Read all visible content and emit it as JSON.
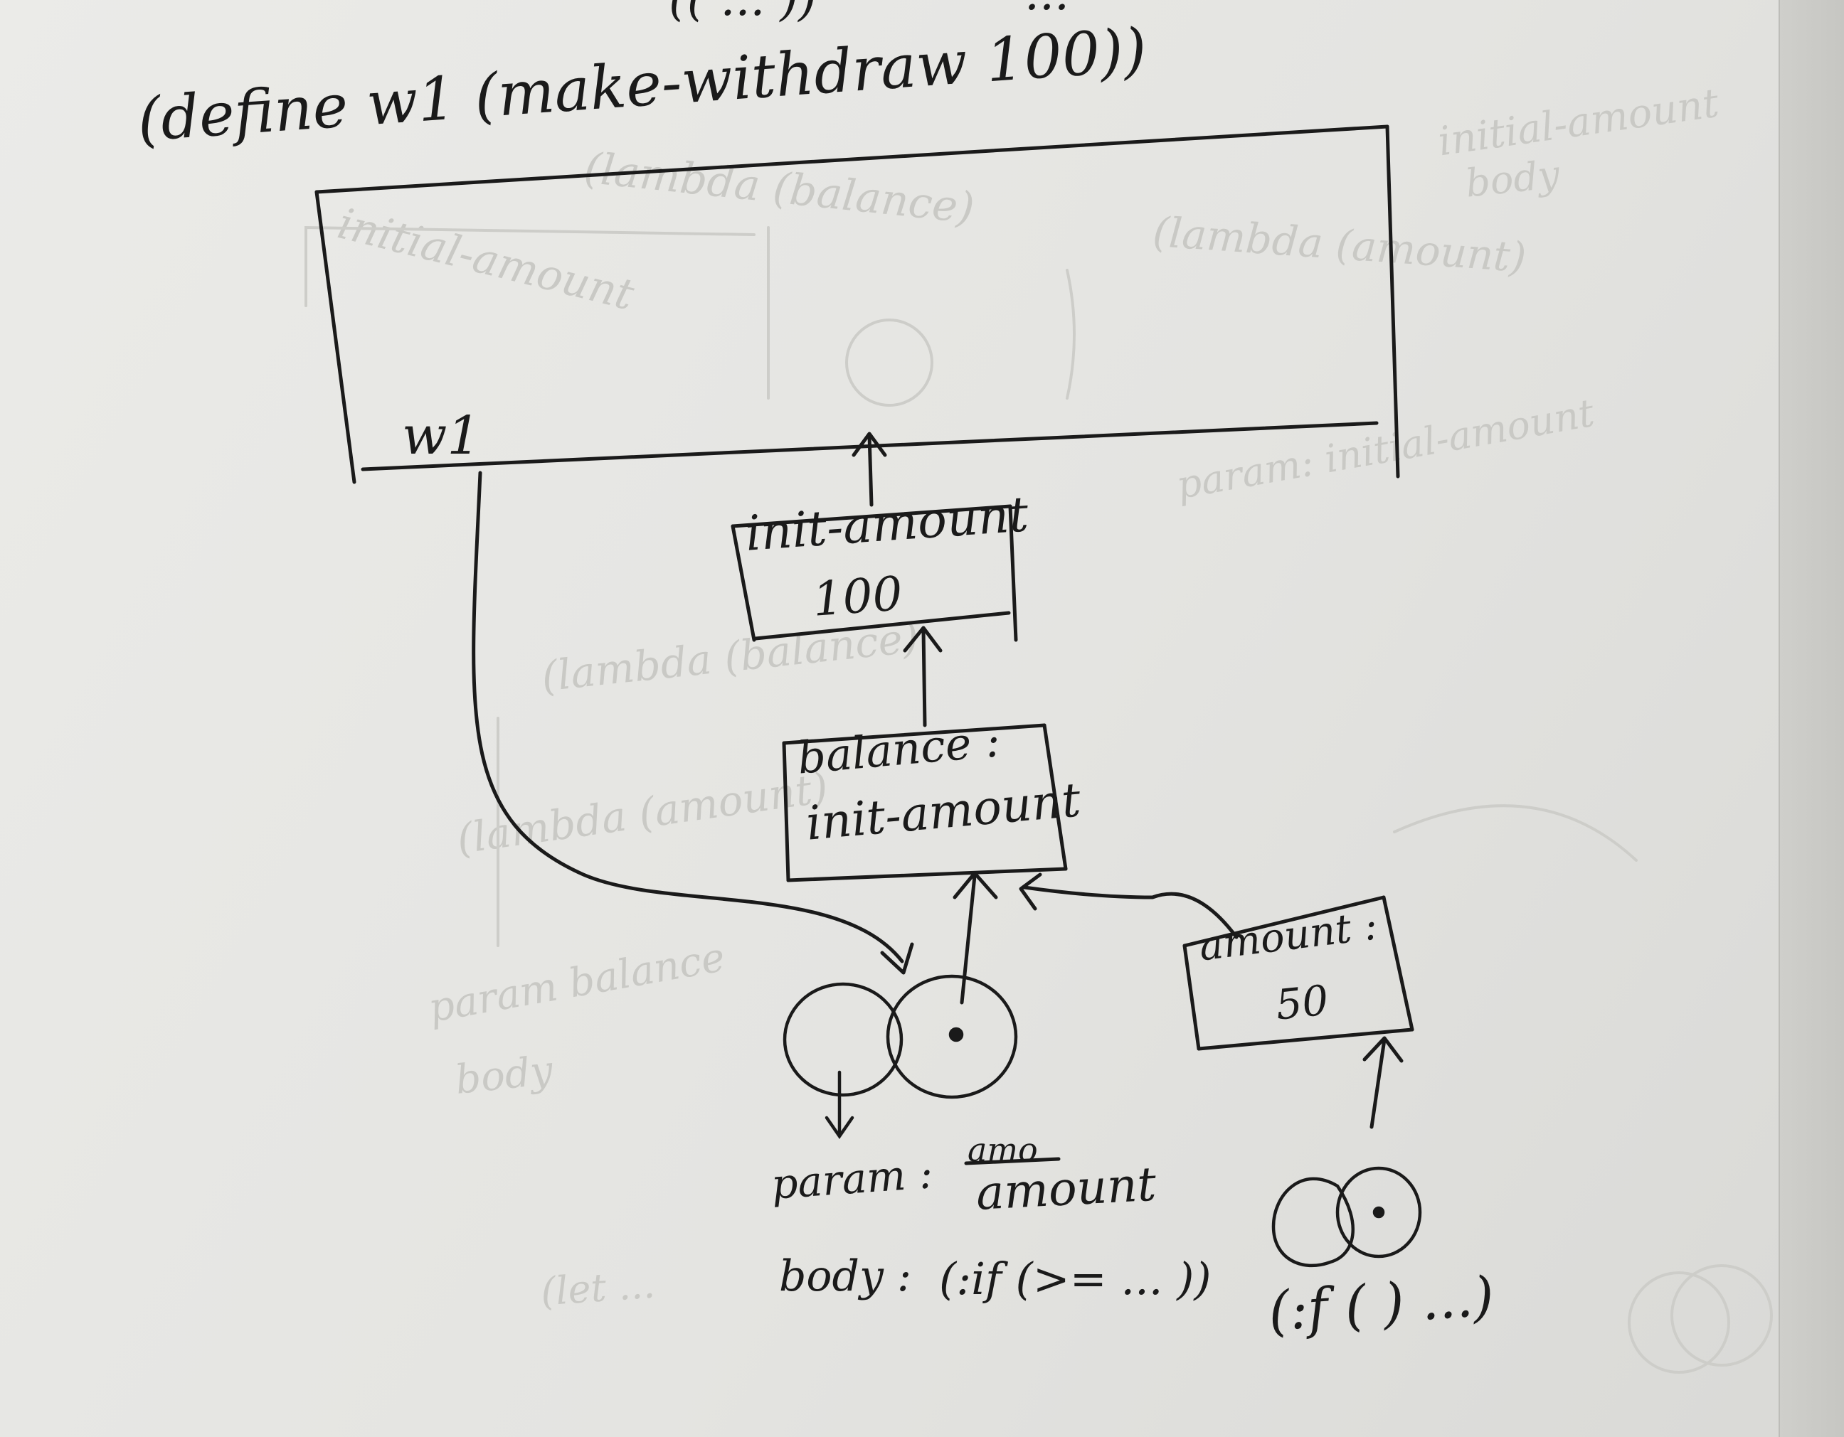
{
  "header": {
    "top_fragment_left": "(( ... ))",
    "top_fragment_right": "...",
    "define_line": "(define w1 (make-withdraw 100))"
  },
  "frames": {
    "global": {
      "label": "w1"
    },
    "init_frame": {
      "name": "init-amount",
      "value": "100"
    },
    "balance_frame": {
      "line1": "balance :",
      "line2": "init-amount"
    },
    "amount_frame": {
      "line1": "amount :",
      "line2": "50"
    }
  },
  "procedure": {
    "param_label": "param :",
    "param_crossed": "amo",
    "param_value": "amount",
    "body_label": "body :",
    "body_value": "(:if (>= ... ))"
  },
  "call_body": "(:f ( ) ...)",
  "faint_writing": [
    "(lambda (balance)",
    "initial-amount",
    "(lambda (amount)",
    "(lambda (balance)",
    "(lambda (amount)",
    "param balance",
    "body",
    "initial-amount",
    "(let ...",
    "param: initial-amount",
    "body"
  ],
  "colors": {
    "paper": "#e7e7e4",
    "ink": "#1a1a1a",
    "ghost": "#c9c9c5"
  }
}
